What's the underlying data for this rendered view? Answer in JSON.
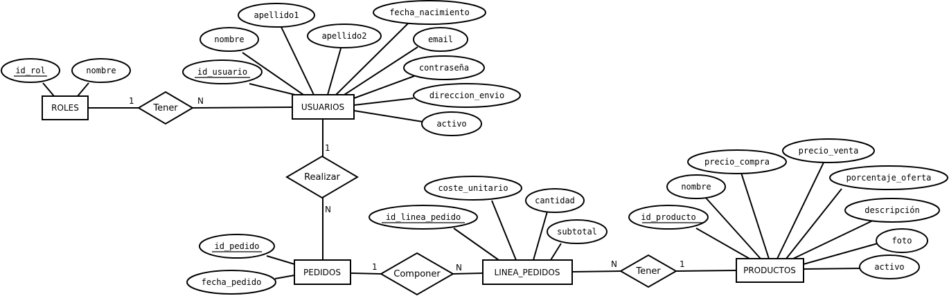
{
  "entities": {
    "roles": "ROLES",
    "usuarios": "USUARIOS",
    "pedidos": "PEDIDOS",
    "linea_pedidos": "LINEA_PEDIDOS",
    "productos": "PRODUCTOS"
  },
  "relationships": {
    "tener1": "Tener",
    "realizar": "Realizar",
    "componer": "Componer",
    "tener2": "Tener"
  },
  "attributes": {
    "roles": {
      "id_rol": "id_rol",
      "nombre": "nombre"
    },
    "usuarios": {
      "id_usuario": "id_usuario",
      "nombre": "nombre",
      "apellido1": "apellido1",
      "apellido2": "apellido2",
      "fecha_nacimiento": "fecha_nacimiento",
      "email": "email",
      "contrasena": "contraseña",
      "direccion_envio": "direccion_envio",
      "activo": "activo"
    },
    "pedidos": {
      "id_pedido": "id_pedido",
      "fecha_pedido": "fecha_pedido"
    },
    "linea_pedidos": {
      "id_linea_pedido": "id_linea_pedido",
      "coste_unitario": "coste_unitario",
      "cantidad": "cantidad",
      "subtotal": "subtotal"
    },
    "productos": {
      "id_producto": "id_producto",
      "nombre": "nombre",
      "precio_compra": "precio_compra",
      "precio_venta": "precio_venta",
      "porcentaje_oferta": "porcentaje_oferta",
      "descripcion": "descripción",
      "foto": "foto",
      "activo": "activo"
    }
  },
  "cardinalities": {
    "roles_tener": "1",
    "tener_usuarios": "N",
    "usuarios_realizar": "1",
    "realizar_pedidos": "N",
    "pedidos_componer": "1",
    "componer_linea": "N",
    "linea_tener": "N",
    "tener_productos": "1"
  }
}
